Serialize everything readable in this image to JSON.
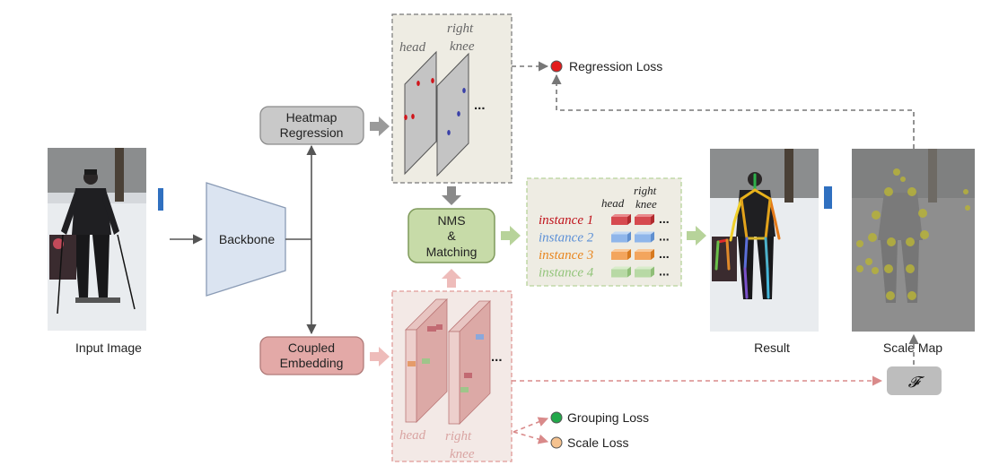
{
  "labels": {
    "input_image": "Input Image",
    "backbone": "Backbone",
    "heatmap_line1": "Heatmap",
    "heatmap_line2": "Regression",
    "coupled_line1": "Coupled",
    "coupled_line2": "Embedding",
    "nms_line1": "NMS",
    "nms_line2": "&",
    "nms_line3": "Matching",
    "result": "Result",
    "scale_map": "Scale Map",
    "regression_loss": "Regression Loss",
    "grouping_loss": "Grouping Loss",
    "scale_loss": "Scale Loss",
    "f_symbol": "𝓕",
    "ellipsis": "..."
  },
  "heatmap_panel": {
    "head": "head",
    "right": "right",
    "knee": "knee"
  },
  "embed_panel": {
    "head": "head",
    "right": "right",
    "knee": "knee"
  },
  "instances": {
    "head": "head",
    "right": "right",
    "knee": "knee",
    "rows": [
      {
        "label": "instance 1",
        "color": "#c0141c"
      },
      {
        "label": "instance 2",
        "color": "#5b8fd6"
      },
      {
        "label": "instance 3",
        "color": "#e8861f"
      },
      {
        "label": "instance 4",
        "color": "#92c47a"
      }
    ]
  },
  "colors": {
    "heatmap_box": "#c9c9c9",
    "coupled_box": "#e3a9a7",
    "nms_box": "#c7dba8",
    "backbone": "#dbe4f1",
    "regression_loss_dot": "#e31b1b",
    "grouping_loss_dot": "#22a84a",
    "scale_loss_dot": "#f5c28f"
  },
  "icons": [
    "skier-photo",
    "pose-result-photo",
    "scale-map-photo"
  ]
}
